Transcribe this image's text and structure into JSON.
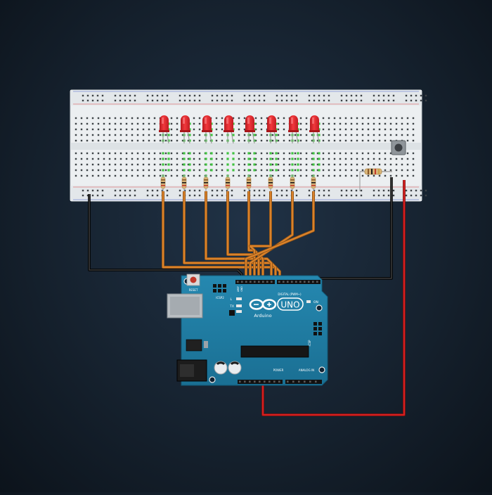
{
  "circuit": {
    "arduino": {
      "reset_label": "RESET",
      "icsp_label": "ICSP2",
      "icsp1_label": "ICSP",
      "led_l_label": "L",
      "led_tx_label": "TX",
      "led_rx_label": "RX",
      "on_label": "ON",
      "brand_label": "Arduino",
      "model_label": "UNO",
      "digital_label": "DIGITAL (PWM~)",
      "power_label": "POWER",
      "analog_label": "ANALOG IN",
      "aref_label": "AREF",
      "gnd_label": "GND"
    },
    "colors": {
      "background": "#16222f",
      "board": "#1f7fa6",
      "breadboard": "#eceff1",
      "led": "#e8262b",
      "led_wire": "#d9822b",
      "gnd_wire": "#1a1a1a",
      "vcc_wire": "#d42020"
    },
    "led_count": 8
  }
}
